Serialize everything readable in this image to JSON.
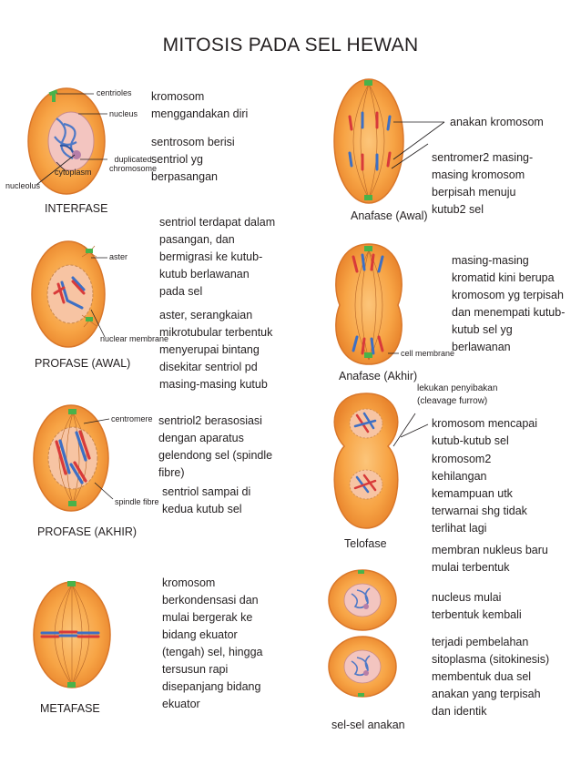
{
  "title": "MITOSIS PADA SEL HEWAN",
  "stages": {
    "interfase": {
      "name": "INTERFASE",
      "desc1": "kromosom\nmenggandakan diri",
      "desc2": "sentrosom berisi\nsentriol yg\nberpasangan",
      "labels": {
        "centrioles": "centrioles",
        "nucleus": "nucleus",
        "duplicated": "duplicated\nchromosome",
        "cytoplasm": "cytoplasm",
        "nucleolus": "nucleolus"
      }
    },
    "profase_awal": {
      "name": "PROFASE (AWAL)",
      "desc1": "sentriol terdapat dalam\npasangan, dan\nbermigrasi ke kutub-\nkutub berlawanan\npada sel",
      "desc2": "aster, serangkaian\nmikrotubular terbentuk\nmenyerupai bintang\ndisekitar sentriol pd\nmasing-masing kutub",
      "labels": {
        "aster": "aster",
        "nuclear_membrane": "nuclear membrane"
      }
    },
    "profase_akhir": {
      "name": "PROFASE (AKHIR)",
      "desc1": "sentriol2 berasosiasi\ndengan aparatus\ngelendong sel (spindle\nfibre)",
      "desc2": "sentriol sampai di\nkedua kutub sel",
      "labels": {
        "centromere": "centromere",
        "spindle_fibre": "spindle fibre"
      }
    },
    "metafase": {
      "name": "METAFASE",
      "desc1": "kromosom\nberkondensasi dan\nmulai bergerak ke\nbidang ekuator\n(tengah) sel, hingga\ntersusun rapi\ndisepanjang bidang\nekuator"
    },
    "anafase_awal": {
      "name": "Anafase (Awal)",
      "desc1": "anakan kromosom",
      "desc2": "sentromer2 masing-\nmasing kromosom\nberpisah menuju\nkutub2 sel"
    },
    "anafase_akhir": {
      "name": "Anafase (Akhir)",
      "desc1": "masing-masing\nkromatid kini berupa\nkromosom yg terpisah\ndan menempati kutub-\nkutub sel yg\nberlawanan",
      "labels": {
        "cell_membrane": "cell membrane"
      }
    },
    "telofase": {
      "name": "Telofase",
      "cleavage": "lekukan penyibakan\n(cleavage furrow)",
      "desc1": "kromosom mencapai\nkutub-kutub sel",
      "desc2": "kromosom2\nkehilangan\nkemampuan utk\nterwarnai shg tidak\nterlihat lagi",
      "desc3": "membran nukleus baru\nmulai terbentuk"
    },
    "sel_anakan": {
      "name": "sel-sel anakan",
      "desc1": "nucleus mulai\nterbentuk kembali",
      "desc2": "terjadi pembelahan\nsitoplasma (sitokinesis)\nmembentuk dua sel\nanakan yang terpisah\ndan identik"
    }
  },
  "colors": {
    "cell_fill": "#f59a3c",
    "cell_inner": "#fbbf6e",
    "cell_edge": "#d9772a",
    "nucleus": "#f7c9b8",
    "chrom_blue": "#3d6fc4",
    "chrom_red": "#d83a3a",
    "centriole": "#49b24a"
  }
}
